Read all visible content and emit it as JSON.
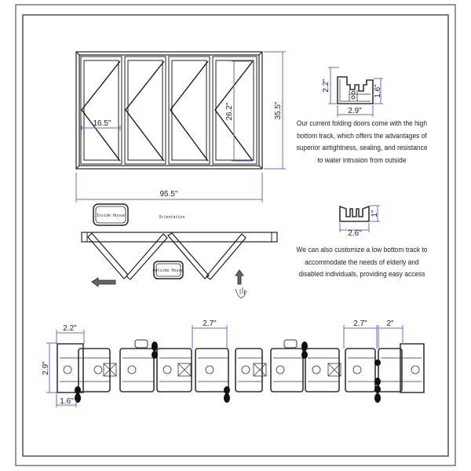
{
  "elevation": {
    "panel_width": "16.5\"",
    "panel_height": "26.2\"",
    "overall_height": "35.5\"",
    "overall_width": "95.5\""
  },
  "plan": {
    "inside_label": "Inside House",
    "outside_label": "Outside House",
    "orientation_label": "Orientation"
  },
  "high_track": {
    "height_left": "2.2\"",
    "height_right": "1.6\"",
    "width": "2.9\"",
    "description": "Our current folding doors come with the high bottom track, which offers the advantages of superior airtightness, sealing, and resistance to water intrusion from outside"
  },
  "low_track": {
    "height": "1\"",
    "width": "2.6\"",
    "description": "We can also customize a low bottom track to accommodate the needs of elderly and disabled individuals, providing easy access"
  },
  "section": {
    "frame_width": "2.2\"",
    "frame_depth": "2.9\"",
    "gasket_offset": "1.6\"",
    "sash_width_a": "2.7\"",
    "sash_width_b": "2.7\"",
    "end_width": "2\""
  },
  "colors": {
    "dimension": "#6a6ad8",
    "line": "#222222"
  }
}
